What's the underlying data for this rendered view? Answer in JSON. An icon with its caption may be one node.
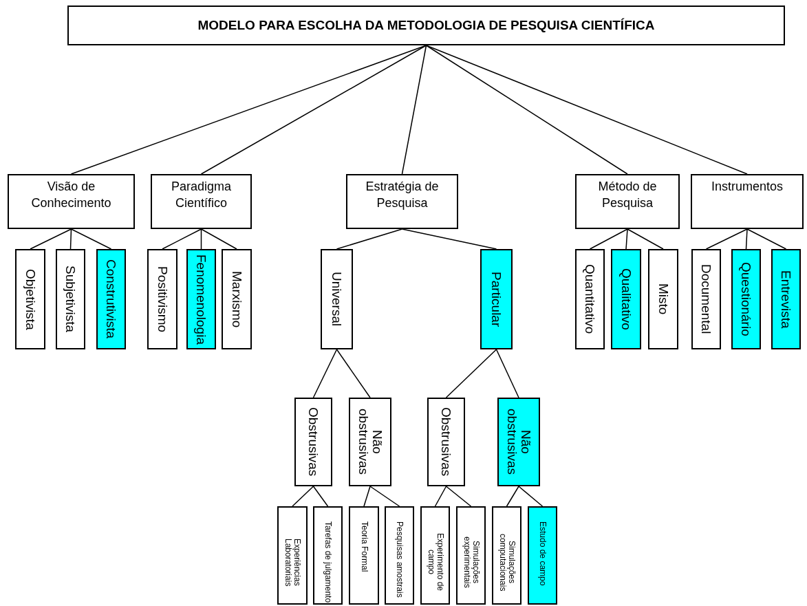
{
  "diagram": {
    "nodes": [
      {
        "text": [
          "MODELO PARA ESCOLHA DA METODOLOGIA DE PESQUISA CIENTÍFICA"
        ]
      },
      {
        "text": [
          "Visão de Conhecimento"
        ]
      },
      {
        "text": [
          "Paradigma Científico"
        ]
      },
      {
        "text": [
          "Estratégia de Pesquisa"
        ]
      },
      {
        "text": [
          "Método de Pesquisa"
        ]
      },
      {
        "text": [
          "Instrumentos"
        ]
      },
      {
        "text": [
          "Objetivista"
        ]
      },
      {
        "text": [
          "Subjetivista"
        ]
      },
      {
        "text": [
          "Construtivista"
        ]
      },
      {
        "text": [
          "Positivismo"
        ]
      },
      {
        "text": [
          "Fenomenologia"
        ]
      },
      {
        "text": [
          "Marxismo"
        ]
      },
      {
        "text": [
          "Universal"
        ]
      },
      {
        "text": [
          "Particular"
        ]
      },
      {
        "text": [
          "Quantitativo"
        ]
      },
      {
        "text": [
          "Qualitativo"
        ]
      },
      {
        "text": [
          "Misto"
        ]
      },
      {
        "text": [
          "Documental"
        ]
      },
      {
        "text": [
          "Questionário"
        ]
      },
      {
        "text": [
          "Entrevista"
        ]
      },
      {
        "text": [
          "Obstrusivas"
        ]
      },
      {
        "text": [
          "Não obstrusivas"
        ]
      },
      {
        "text": [
          "Obstrusivas"
        ]
      },
      {
        "text": [
          "Não obstrusivas"
        ]
      },
      {
        "text": [
          "Experiências Laboratoriais"
        ]
      },
      {
        "text": [
          "Tarefas de julgamento"
        ]
      },
      {
        "text": [
          "Teoria Formal"
        ]
      },
      {
        "text": [
          "Pesquisas amostrais"
        ]
      },
      {
        "text": [
          "Experimento de campo"
        ]
      },
      {
        "text": [
          "Simulações experimentais"
        ]
      },
      {
        "text": [
          "Simulações computacionais"
        ]
      },
      {
        "text": [
          "Estudo de campo"
        ]
      }
    ],
    "edges": [
      {
        "from": 0,
        "to": 1,
        "arrow": "none"
      },
      {
        "from": 0,
        "to": 2,
        "arrow": "none"
      },
      {
        "from": 0,
        "to": 3,
        "arrow": "none"
      },
      {
        "from": 0,
        "to": 4,
        "arrow": "none"
      },
      {
        "from": 0,
        "to": 5,
        "arrow": "none"
      },
      {
        "from": 1,
        "to": 6,
        "arrow": "none"
      },
      {
        "from": 1,
        "to": 7,
        "arrow": "none"
      },
      {
        "from": 1,
        "to": 8,
        "arrow": "none"
      },
      {
        "from": 2,
        "to": 9,
        "arrow": "none"
      },
      {
        "from": 2,
        "to": 10,
        "arrow": "none"
      },
      {
        "from": 2,
        "to": 11,
        "arrow": "none"
      },
      {
        "from": 3,
        "to": 12,
        "arrow": "none"
      },
      {
        "from": 3,
        "to": 13,
        "arrow": "none"
      },
      {
        "from": 4,
        "to": 14,
        "arrow": "none"
      },
      {
        "from": 4,
        "to": 15,
        "arrow": "none"
      },
      {
        "from": 4,
        "to": 16,
        "arrow": "none"
      },
      {
        "from": 5,
        "to": 17,
        "arrow": "none"
      },
      {
        "from": 5,
        "to": 18,
        "arrow": "none"
      },
      {
        "from": 5,
        "to": 19,
        "arrow": "none"
      },
      {
        "from": 12,
        "to": 20,
        "arrow": "none"
      },
      {
        "from": 12,
        "to": 21,
        "arrow": "none"
      },
      {
        "from": 13,
        "to": 22,
        "arrow": "none"
      },
      {
        "from": 13,
        "to": 23,
        "arrow": "none"
      },
      {
        "from": 20,
        "to": 24,
        "arrow": "none"
      },
      {
        "from": 20,
        "to": 25,
        "arrow": "none"
      },
      {
        "from": 21,
        "to": 26,
        "arrow": "none"
      },
      {
        "from": 21,
        "to": 27,
        "arrow": "none"
      },
      {
        "from": 22,
        "to": 28,
        "arrow": "none"
      },
      {
        "from": 22,
        "to": 29,
        "arrow": "none"
      },
      {
        "from": 23,
        "to": 30,
        "arrow": "none"
      },
      {
        "from": 23,
        "to": 31,
        "arrow": "none"
      }
    ]
  }
}
